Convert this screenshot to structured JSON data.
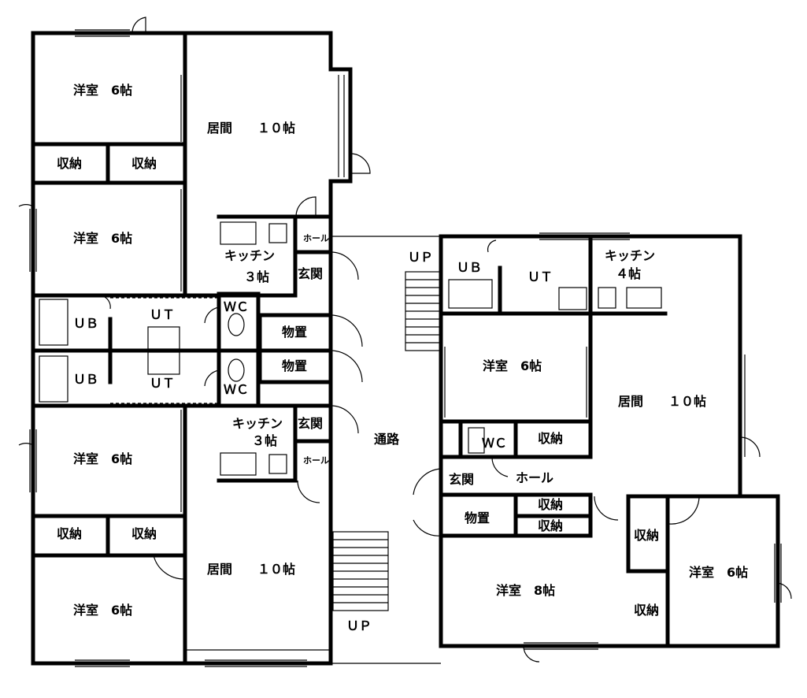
{
  "rooms": {
    "youshitsu6_a": "洋室　6帖",
    "youshitsu6_b": "洋室　6帖",
    "youshitsu6_c": "洋室　6帖",
    "youshitsu6_d": "洋室　6帖",
    "youshitsu6_e": "洋室　6帖",
    "youshitsu6_f": "洋室　6帖",
    "youshitsu8": "洋室　8帖",
    "ima10_a": "居間　　１０帖",
    "ima10_b": "居間　　１０帖",
    "ima10_c": "居間　　１０帖",
    "shuunou_1": "収納",
    "shuunou_2": "収納",
    "shuunou_3": "収納",
    "shuunou_4": "収納",
    "shuunou_5": "収納",
    "shuunou_6": "収納",
    "shuunou_7": "収納",
    "shuunou_8": "収納",
    "shuunou_9": "収納",
    "kitchen_a_l1": "キッチン",
    "kitchen_a_l2": "３帖",
    "kitchen_b_l1": "キッチン",
    "kitchen_b_l2": "３帖",
    "kitchen_c_l1": "キッチン",
    "kitchen_c_l2": "４帖",
    "genkan_a": "玄関",
    "genkan_b": "玄関",
    "genkan_c": "玄関",
    "hall_a": "ホール",
    "hall_b": "ホール",
    "hall_c": "ホール",
    "ub_a": "ＵＢ",
    "ub_b": "ＵＢ",
    "ub_c": "ＵＢ",
    "ut_a": "ＵＴ",
    "ut_b": "ＵＴ",
    "ut_c": "ＵＴ",
    "wc_a": "ＷＣ",
    "wc_b": "ＷＣ",
    "wc_c": "ＷＣ",
    "monooki_a": "物置",
    "monooki_b": "物置",
    "monooki_c": "物置",
    "tsuuro": "通路",
    "up_a": "ＵＰ",
    "up_b": "ＵＰ"
  }
}
